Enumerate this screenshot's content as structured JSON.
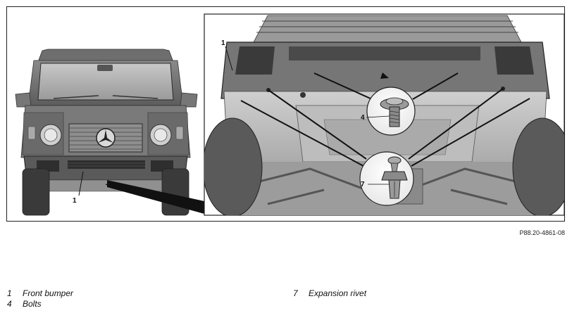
{
  "figure": {
    "code": "P88.20-4861-08",
    "callouts": {
      "vehicle_bumper": "1",
      "detail_bumper": "1",
      "bolt": "4",
      "rivet": "7"
    }
  },
  "legend": [
    {
      "number": "1",
      "text": "Front bumper"
    },
    {
      "number": "4",
      "text": "Bolts"
    },
    {
      "number": "7",
      "text": "Expansion rivet"
    }
  ]
}
